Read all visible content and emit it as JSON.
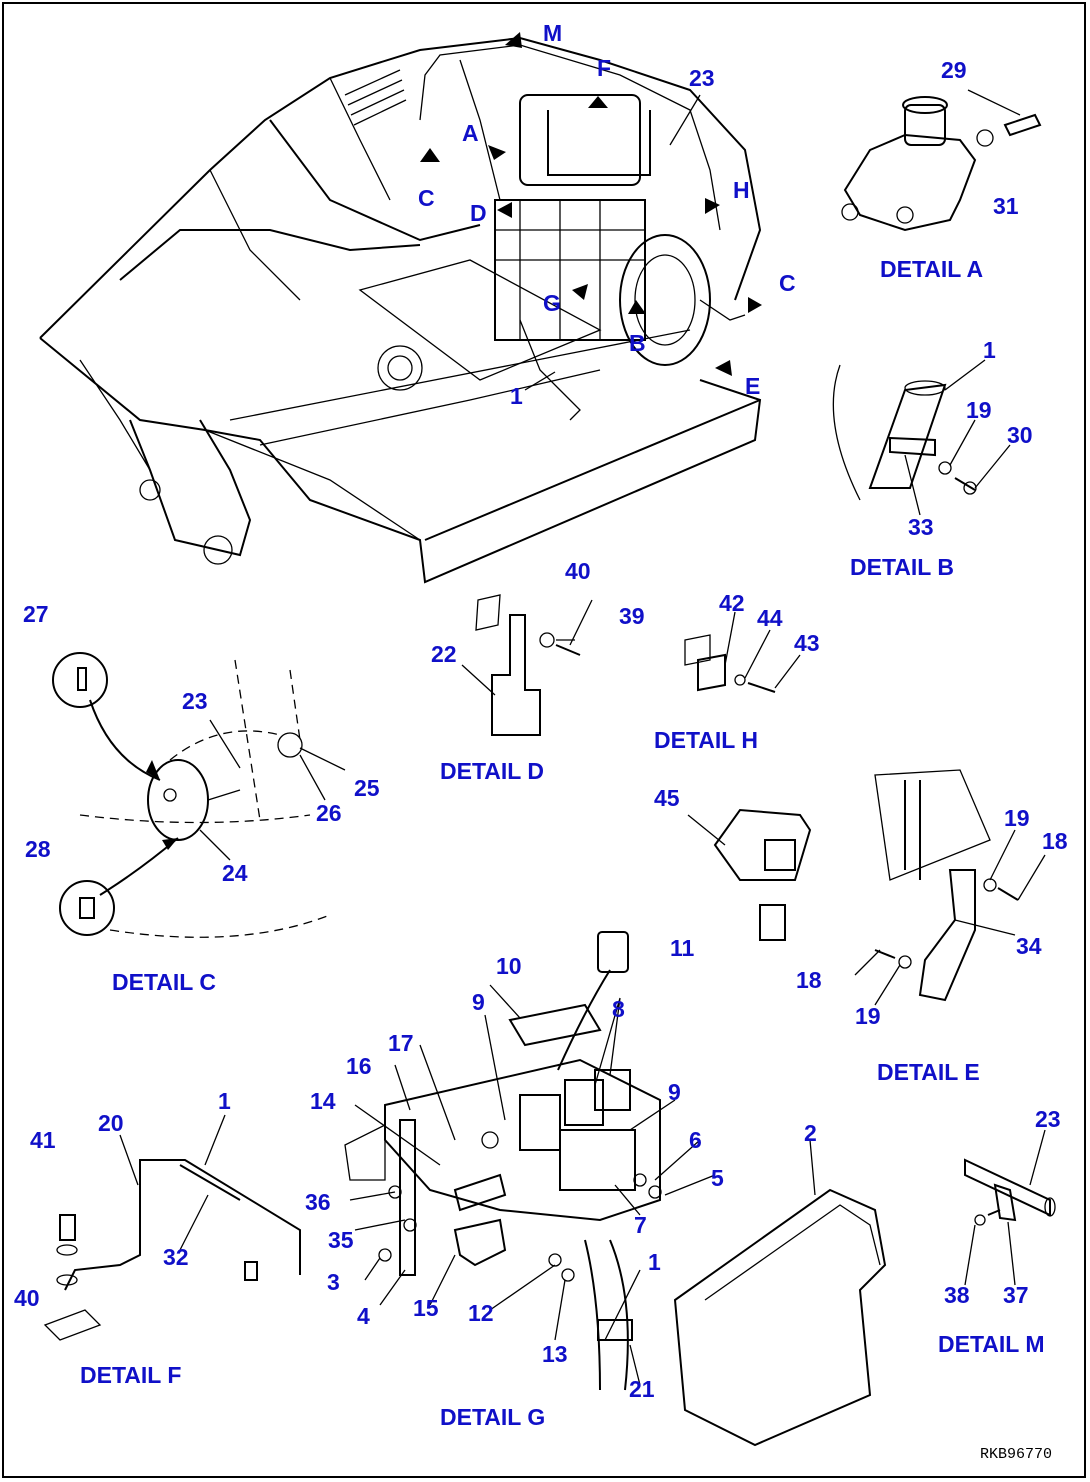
{
  "drawing_code": "RKB96770",
  "details": {
    "a": "DETAIL A",
    "b": "DETAIL B",
    "c": "DETAIL C",
    "d": "DETAIL D",
    "e": "DETAIL E",
    "f": "DETAIL F",
    "g": "DETAIL G",
    "h": "DETAIL H",
    "m": "DETAIL M"
  },
  "view_refs": {
    "M": "M",
    "F": "F",
    "A": "A",
    "C_top": "C",
    "D": "D",
    "H": "H",
    "G": "G",
    "B": "B",
    "C_right": "C",
    "E": "E"
  },
  "callouts": {
    "main_23": "23",
    "main_1": "1",
    "a_29": "29",
    "a_31": "31",
    "b_1": "1",
    "b_19": "19",
    "b_30": "30",
    "b_33": "33",
    "c_27": "27",
    "c_23": "23",
    "c_25": "25",
    "c_26": "26",
    "c_28": "28",
    "c_24": "24",
    "d_40": "40",
    "d_39": "39",
    "d_22": "22",
    "h_42": "42",
    "h_44": "44",
    "h_43": "43",
    "e_45": "45",
    "e_19a": "19",
    "e_18a": "18",
    "e_34": "34",
    "e_18b": "18",
    "e_19b": "19",
    "g_11": "11",
    "g_10": "10",
    "g_9a": "9",
    "g_8": "8",
    "g_16": "16",
    "g_17": "17",
    "g_14": "14",
    "g_9b": "9",
    "g_6": "6",
    "g_5": "5",
    "g_36": "36",
    "g_7": "7",
    "g_35": "35",
    "g_3": "3",
    "g_4": "4",
    "g_15": "15",
    "g_12": "12",
    "g_13": "13",
    "g_1": "1",
    "g_21": "21",
    "g_2": "2",
    "f_41": "41",
    "f_20": "20",
    "f_1": "1",
    "f_32": "32",
    "f_40": "40",
    "m_23": "23",
    "m_38": "38",
    "m_37": "37"
  }
}
